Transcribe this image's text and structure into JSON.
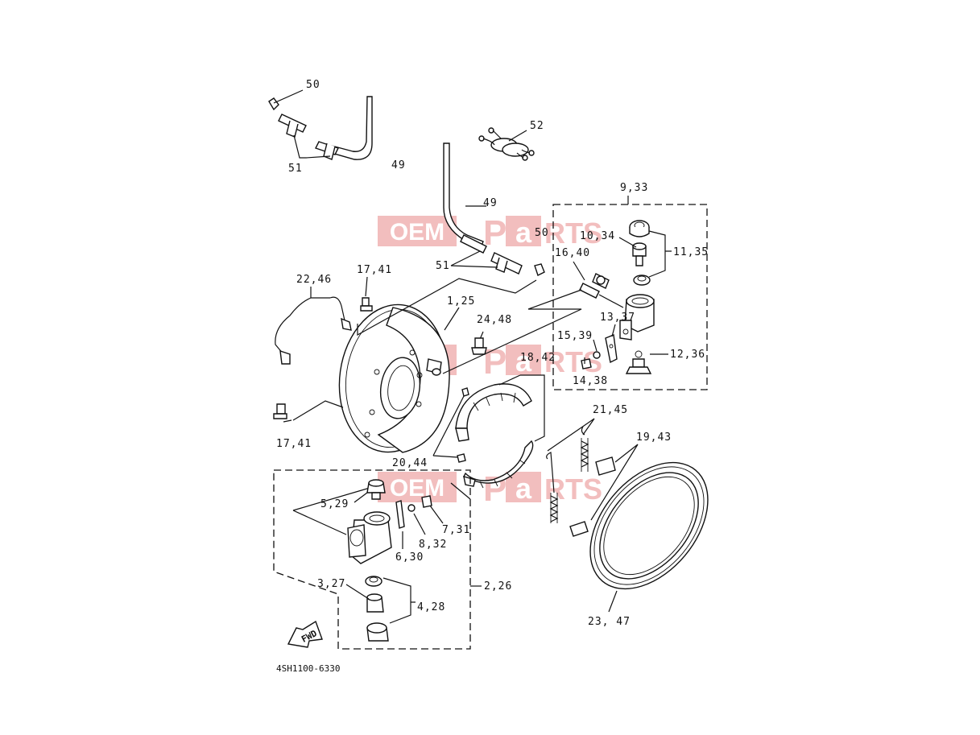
{
  "watermark": {
    "part1": "OEM",
    "part2": "P",
    "part3": "a",
    "part4": "RTS",
    "color": "#e88a8a"
  },
  "drawing_code": "4SH1100-6330",
  "fwd_label": "FWD",
  "callouts": {
    "c50a": "50",
    "c51a": "51",
    "c49a": "49",
    "c52": "52",
    "c49b": "49",
    "c50b": "50",
    "c51b": "51",
    "c9_33": "9,33",
    "c10_34": "10,34",
    "c11_35": "11,35",
    "c16_40": "16,40",
    "c22_46": "22,46",
    "c17_41a": "17,41",
    "c1_25": "1,25",
    "c24_48": "24,48",
    "c13_37": "13,37",
    "c15_39": "15,39",
    "c12_36": "12,36",
    "c14_38": "14,38",
    "c18_42": "18,42",
    "c21_45": "21,45",
    "c19_43": "19,43",
    "c17_41b": "17,41",
    "c20_44": "20,44",
    "c5_29": "5,29",
    "c7_31": "7,31",
    "c8_32": "8,32",
    "c6_30": "6,30",
    "c2_26": "2,26",
    "c3_27": "3,27",
    "c4_28": "4,28",
    "c23_47": "23, 47"
  }
}
